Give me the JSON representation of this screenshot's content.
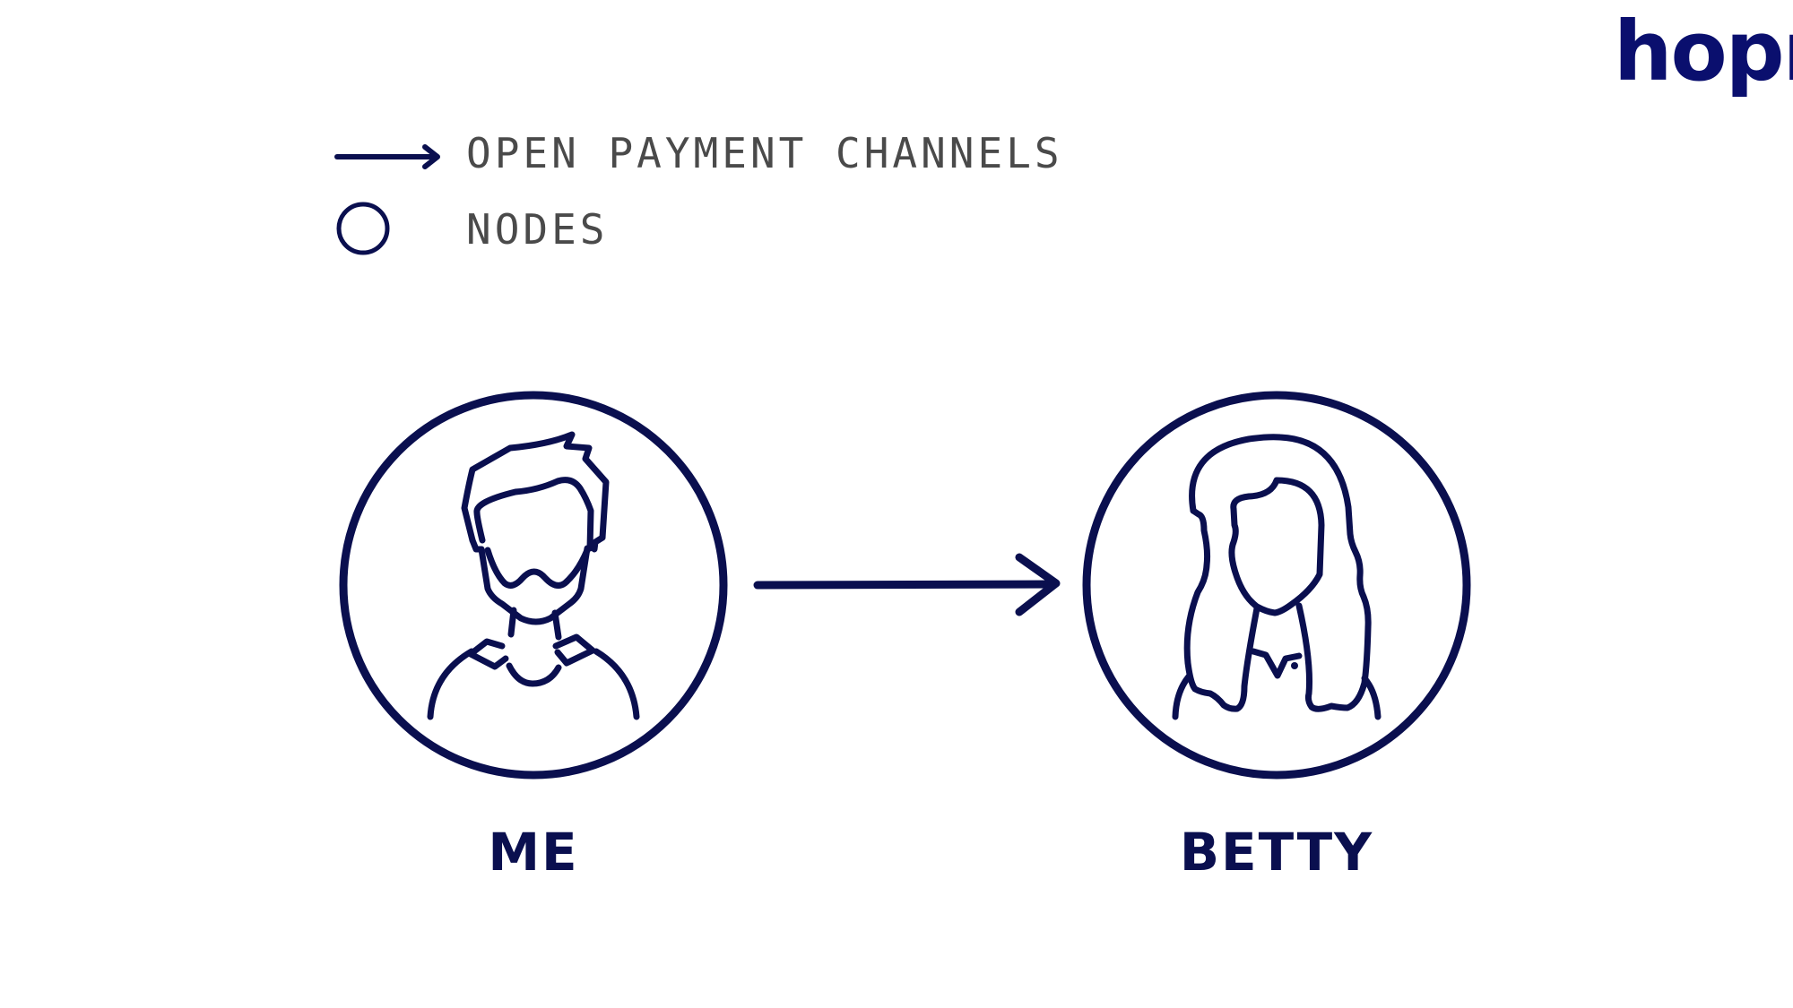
{
  "brand": {
    "logo_text": "hopr",
    "color": "#0a0f6e"
  },
  "legend": {
    "items": [
      {
        "icon": "arrow-right-icon",
        "label": "OPEN PAYMENT CHANNELS"
      },
      {
        "icon": "circle-icon",
        "label": "NODES"
      }
    ]
  },
  "nodes": [
    {
      "label": "ME",
      "icon": "man-avatar-icon"
    },
    {
      "label": "BETTY",
      "icon": "woman-avatar-icon"
    }
  ],
  "channels": [
    {
      "from": "ME",
      "to": "BETTY",
      "direction": "right"
    }
  ],
  "colors": {
    "stroke": "#0a0f4f",
    "legend_text": "#4a4a4a",
    "background": "#ffffff"
  }
}
